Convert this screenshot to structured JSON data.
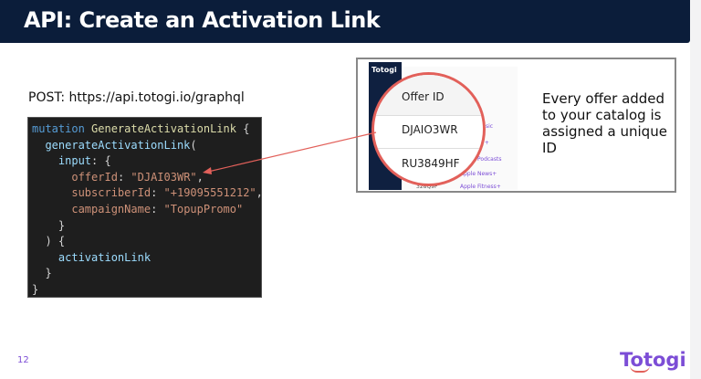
{
  "header": {
    "title": "API: Create an Activation Link"
  },
  "endpoint": "POST: https://api.totogi.io/graphql",
  "code": {
    "l1a": "mutation",
    "l1b": "GenerateActivationLink",
    "l1c": "{",
    "l2a": "generateActivationLink",
    "l2b": "(",
    "l3a": "input",
    "l3b": ": {",
    "l4a": "offerId",
    "l4b": ": ",
    "l4c": "\"DJAI03WR\"",
    "l4d": ",",
    "l5a": "subscriberId",
    "l5b": ": ",
    "l5c": "\"+19095551212\"",
    "l5d": ",",
    "l6a": "campaignName",
    "l6b": ": ",
    "l6c": "\"TopupPromo\"",
    "l7": "}",
    "l8": ") {",
    "l9": "activationLink",
    "l10": "}",
    "l11": "}"
  },
  "screenshot": {
    "logo": "Totogi",
    "column_header": "Offer ID",
    "ids": [
      "DJAIO3WR",
      "RU3849HF"
    ],
    "rows": [
      "Apple Music",
      "Apple TV+",
      "Apple Podcasts",
      "Apple News+",
      "Apple Fitness+"
    ],
    "partial_id": "328Q9F"
  },
  "note": "Every offer added to your catalog is assigned a unique ID",
  "footer": {
    "page": "12",
    "brand": "Totogi"
  },
  "colors": {
    "header": "#0b1d3a",
    "accent": "#7c4dd6",
    "highlight": "#e2605a"
  }
}
